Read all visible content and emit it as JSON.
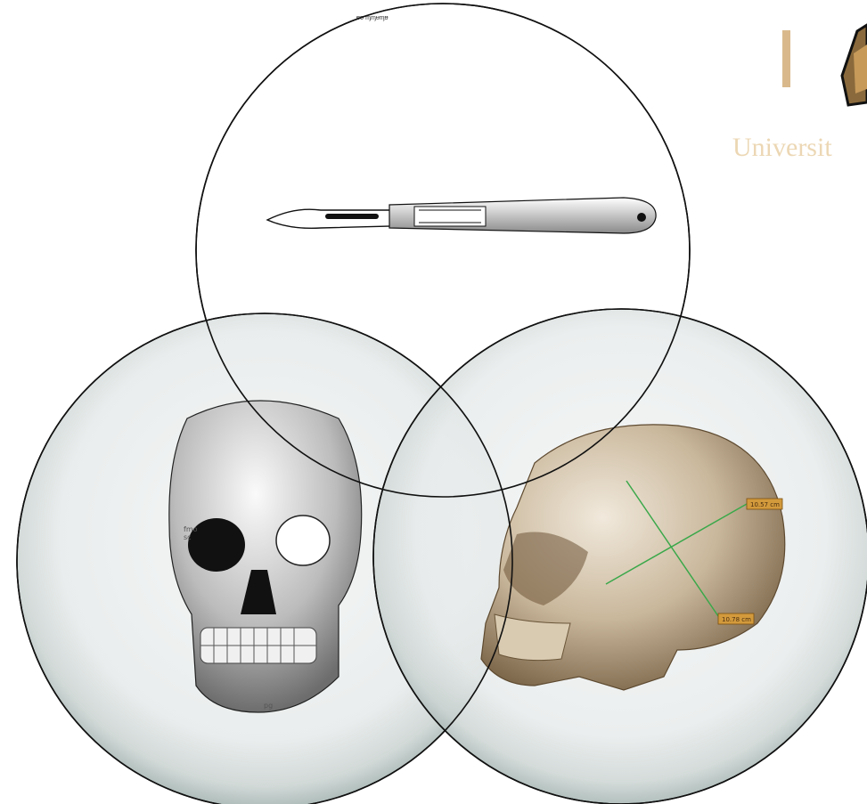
{
  "logo": {
    "wordmark": "Universit",
    "colors": {
      "text": "#ecd7b4",
      "bar": "#d9b98c",
      "emblem_fill": "#8a6a3c"
    }
  },
  "circles": {
    "top": {
      "subject": "scalpel",
      "fragment_text": "ᵿᵿ ᶆᶆᵾᶆᵿ"
    },
    "left": {
      "subject": "frontal skull photograph",
      "labels": [
        "fmo",
        "sc",
        "pg"
      ]
    },
    "right": {
      "subject": "3D CT skull reconstruction",
      "measurements": [
        "10.57 cm",
        "10.78 cm"
      ]
    },
    "colors": {
      "glass": "#e8ecec",
      "outline": "#111111",
      "measure_line": "#3aa84a",
      "measure_tag": "#d39a3c"
    }
  }
}
